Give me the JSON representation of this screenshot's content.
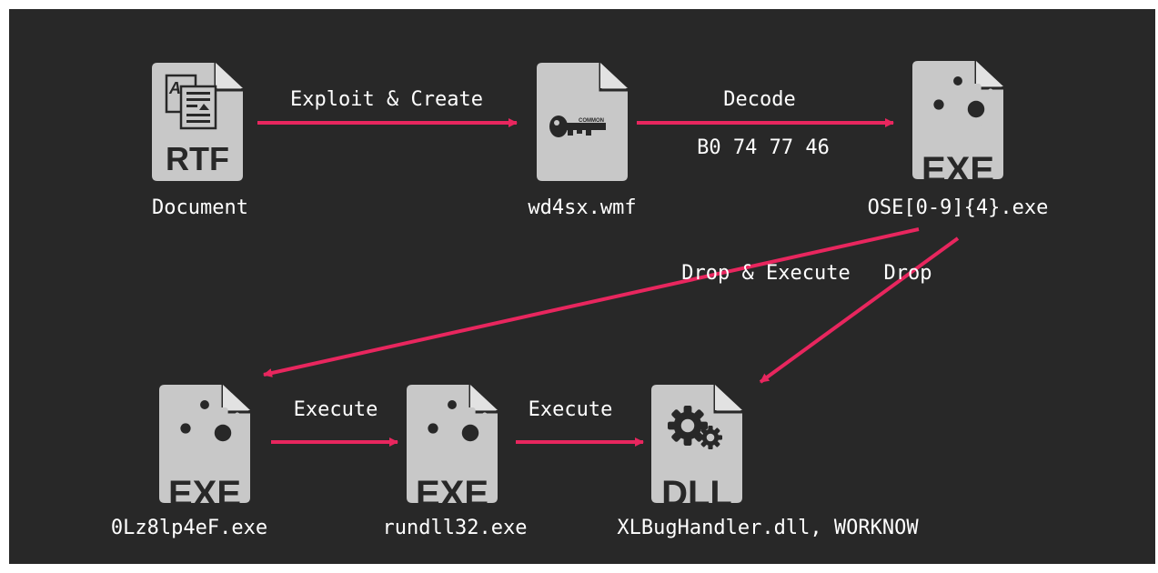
{
  "colors": {
    "background": "#282828",
    "icon": "#c8c8c8",
    "icon_dark": "#282828",
    "arrow": "#e8265e",
    "text": "#ffffff"
  },
  "nodes": {
    "rtf": {
      "badge": "RTF",
      "label": "Document",
      "icon": "rtf-document-icon"
    },
    "wmf": {
      "badge": "COMMON",
      "label": "wd4sx.wmf",
      "icon": "key-file-icon"
    },
    "ose": {
      "badge": "EXE",
      "label": "OSE[0-9]{4}.exe",
      "icon": "exe-gears-icon"
    },
    "olz": {
      "badge": "EXE",
      "label": "0Lz8lp4eF.exe",
      "icon": "exe-gears-icon"
    },
    "rundll": {
      "badge": "EXE",
      "label": "rundll32.exe",
      "icon": "exe-gears-icon"
    },
    "dll": {
      "badge": "DLL",
      "label": "XLBugHandler.dll, WORKNOW",
      "icon": "dll-gears-icon"
    }
  },
  "edges": {
    "exploit": {
      "label": "Exploit & Create"
    },
    "decode": {
      "label": "Decode",
      "sublabel": "B0 74 77 46"
    },
    "drop_execute": {
      "label": "Drop & Execute"
    },
    "drop": {
      "label": "Drop"
    },
    "execute1": {
      "label": "Execute"
    },
    "execute2": {
      "label": "Execute"
    }
  }
}
